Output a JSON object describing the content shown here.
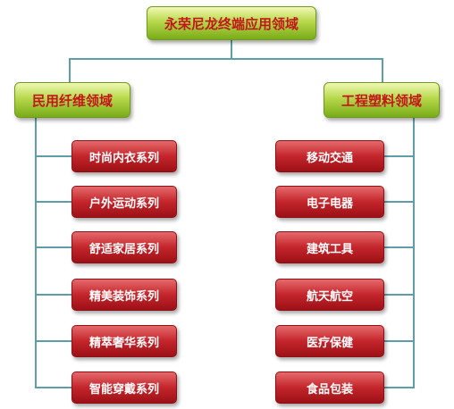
{
  "root": {
    "label": "永荣尼龙终端应用领域"
  },
  "left": {
    "label": "民用纤维领域",
    "items": [
      "时尚内衣系列",
      "户外运动系列",
      "舒适家居系列",
      "精美装饰系列",
      "精萃奢华系列",
      "智能穿戴系列"
    ]
  },
  "right": {
    "label": "工程塑料领域",
    "items": [
      "移动交通",
      "电子电器",
      "建筑工具",
      "航天航空",
      "医疗保健",
      "食品包装"
    ]
  },
  "colors": {
    "connector": "#5f9ea8",
    "node_green": "#9ec93a",
    "node_red": "#c3252b",
    "text_red": "#c4151b"
  }
}
